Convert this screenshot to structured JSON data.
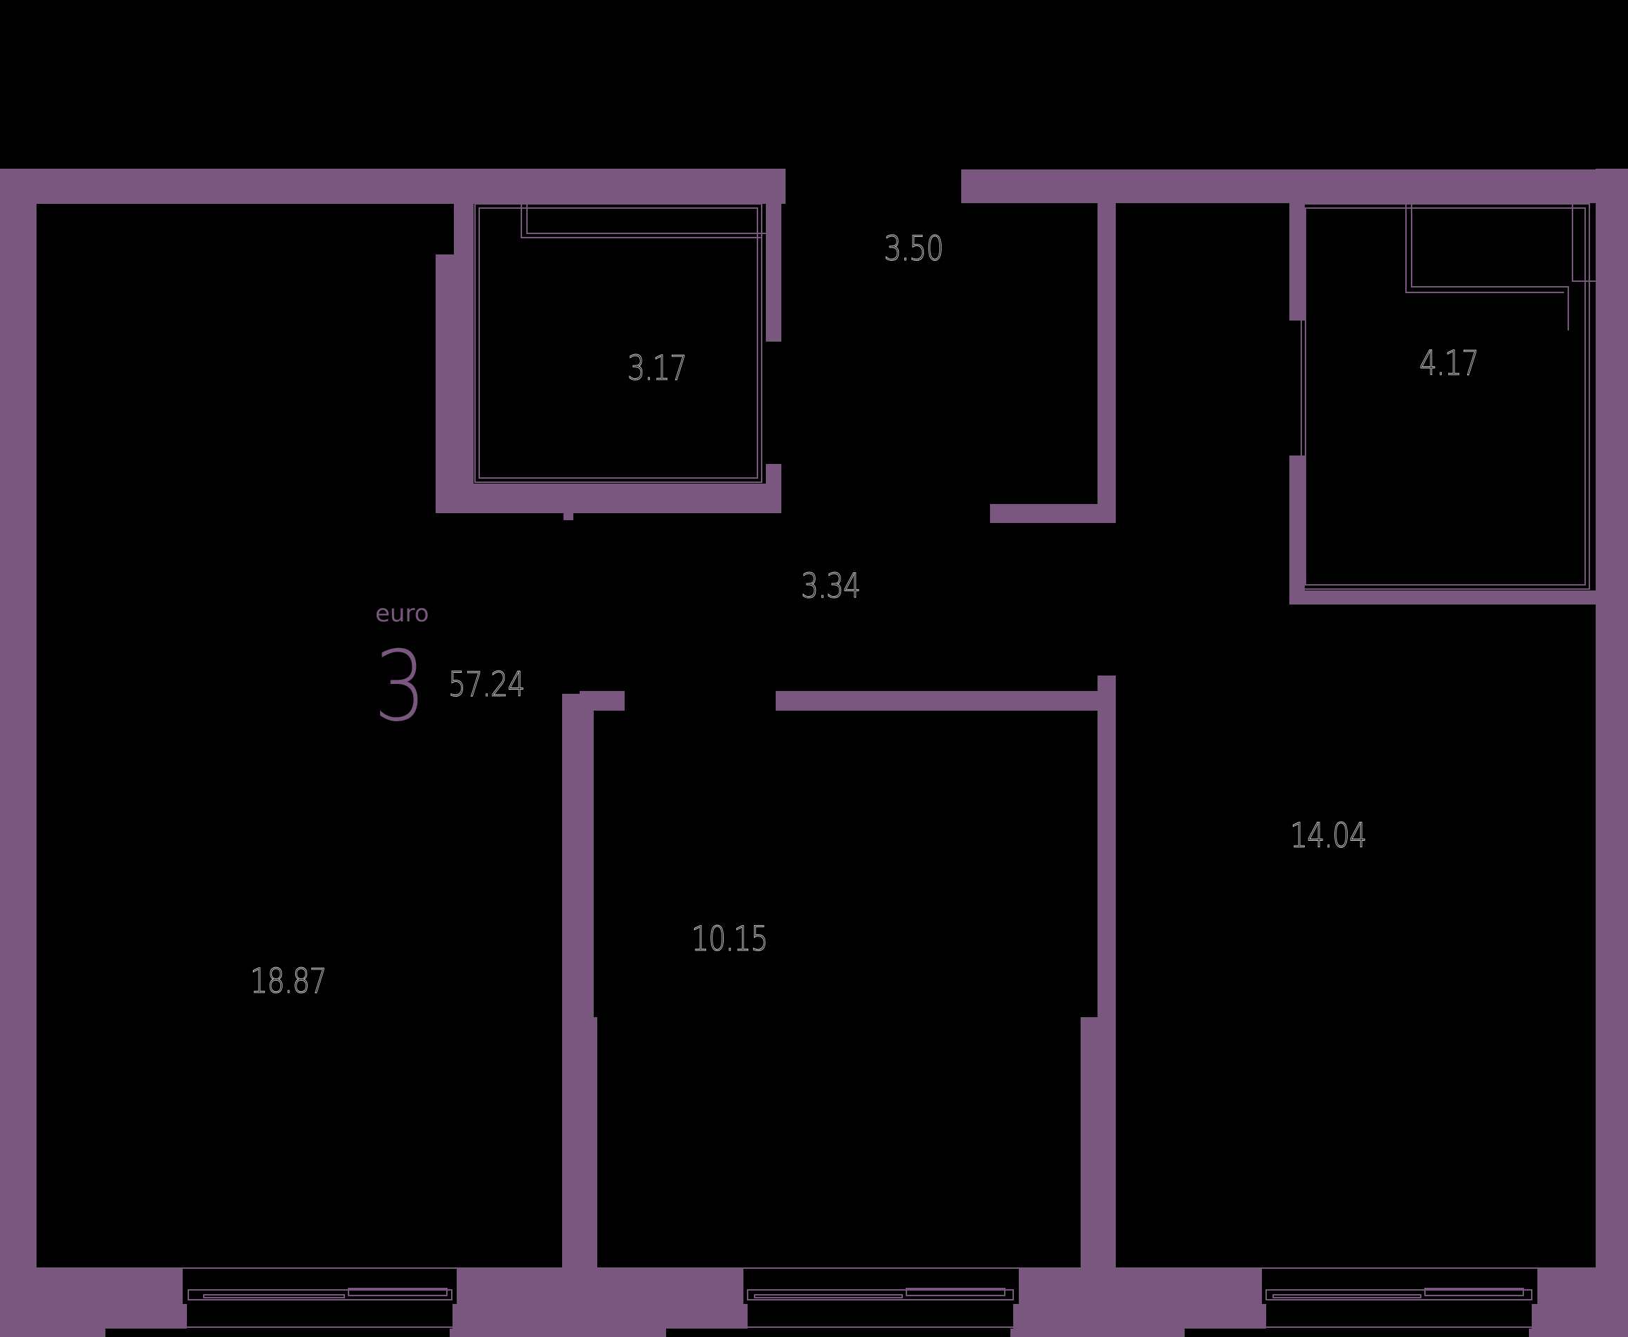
{
  "plan": {
    "type": "apartment-floor-plan",
    "wall_color": "#7a577f",
    "background_color": "#000000",
    "label_stroke_color": "#d8d8d8"
  },
  "summary": {
    "tag": "euro",
    "rooms": "3",
    "total_area": "57.24"
  },
  "rooms": [
    {
      "id": "living-kitchen",
      "area": "18.87"
    },
    {
      "id": "bathroom-1",
      "area": "3.17"
    },
    {
      "id": "hallway-entry",
      "area": "3.50"
    },
    {
      "id": "hallway",
      "area": "3.34"
    },
    {
      "id": "bathroom-2",
      "area": "4.17"
    },
    {
      "id": "bedroom-1",
      "area": "10.15"
    },
    {
      "id": "bedroom-2",
      "area": "14.04"
    }
  ],
  "windows": [
    {
      "id": "window-1",
      "room": "living-kitchen"
    },
    {
      "id": "window-2",
      "room": "bedroom-1"
    },
    {
      "id": "window-3",
      "room": "bedroom-2"
    }
  ]
}
